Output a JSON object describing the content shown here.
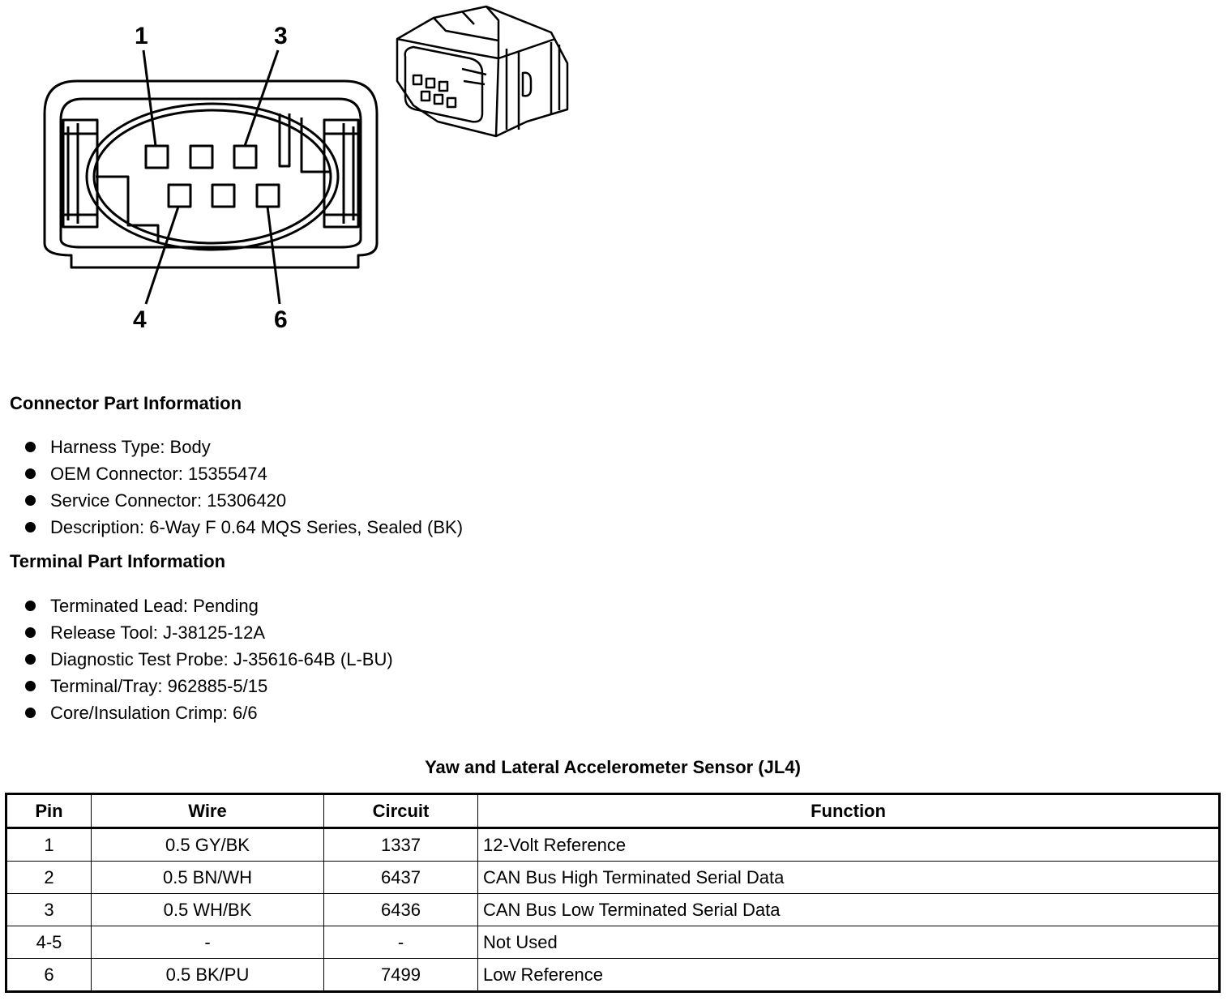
{
  "diagram": {
    "callouts": {
      "pin1": "1",
      "pin3": "3",
      "pin4": "4",
      "pin6": "6"
    }
  },
  "connector_section": {
    "heading": "Connector Part Information",
    "items": [
      "Harness Type: Body",
      "OEM Connector: 15355474",
      "Service Connector: 15306420",
      "Description: 6-Way F 0.64 MQS Series, Sealed (BK)"
    ]
  },
  "terminal_section": {
    "heading": "Terminal Part Information",
    "items": [
      "Terminated Lead: Pending",
      "Release Tool: J-38125-12A",
      "Diagnostic Test Probe: J-35616-64B (L-BU)",
      "Terminal/Tray: 962885-5/15",
      "Core/Insulation Crimp: 6/6"
    ]
  },
  "pin_table": {
    "title": "Yaw and Lateral Accelerometer Sensor (JL4)",
    "headers": [
      "Pin",
      "Wire",
      "Circuit",
      "Function"
    ],
    "rows": [
      [
        "1",
        "0.5 GY/BK",
        "1337",
        "12-Volt Reference"
      ],
      [
        "2",
        "0.5 BN/WH",
        "6437",
        "CAN Bus High Terminated Serial Data"
      ],
      [
        "3",
        "0.5 WH/BK",
        "6436",
        "CAN Bus Low Terminated Serial Data"
      ],
      [
        "4-5",
        "-",
        "-",
        "Not Used"
      ],
      [
        "6",
        "0.5 BK/PU",
        "7499",
        "Low Reference"
      ]
    ]
  }
}
